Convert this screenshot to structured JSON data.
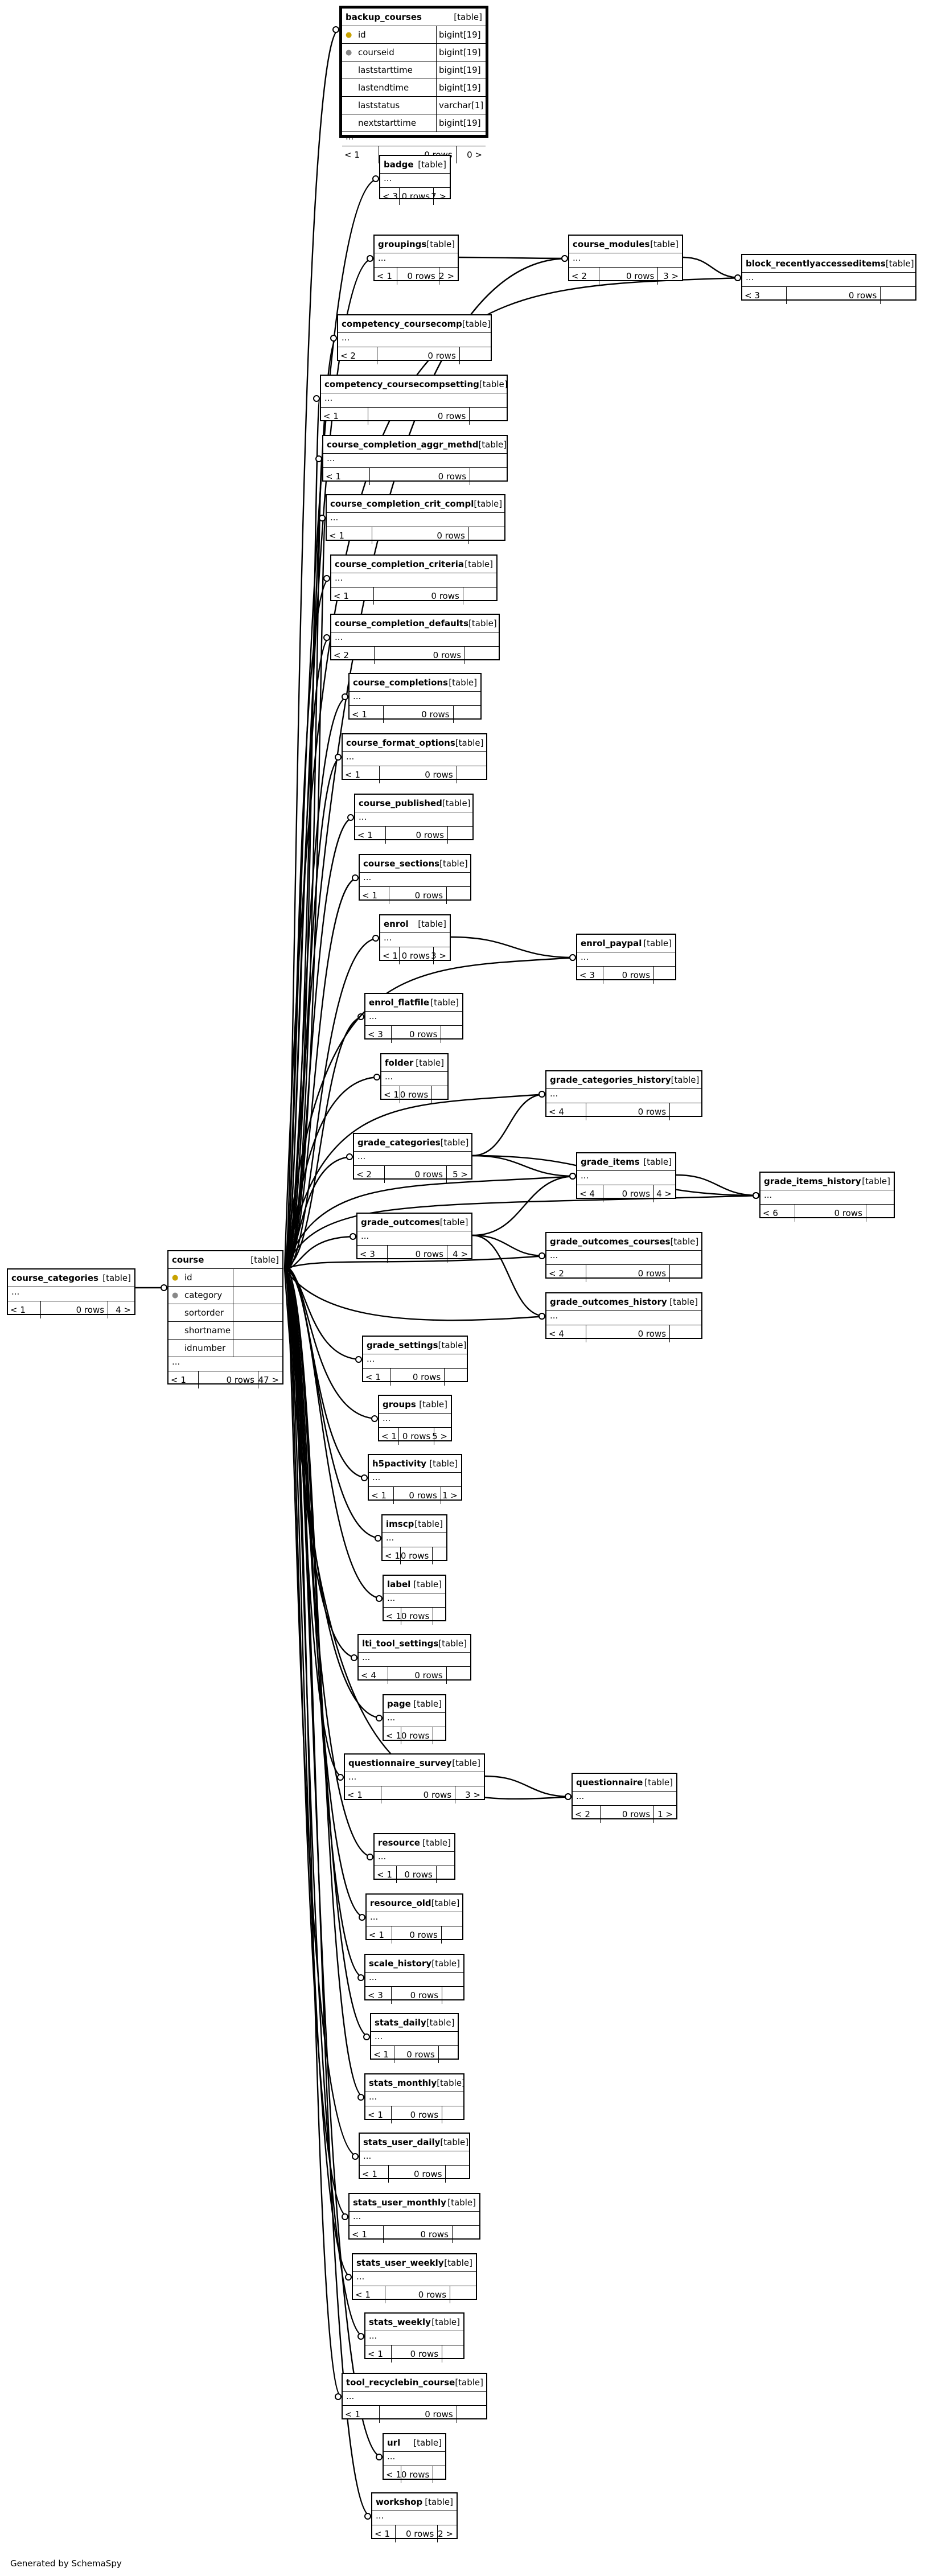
{
  "diagram": {
    "type_label": "[table]",
    "ellipsis": "...",
    "tables": [
      {
        "id": "backup_courses",
        "name": "backup_courses",
        "focus": true,
        "columns": [
          {
            "name": "id",
            "type": "bigint[19]",
            "key": "pk"
          },
          {
            "name": "courseid",
            "type": "bigint[19]",
            "key": "fk"
          },
          {
            "name": "laststarttime",
            "type": "bigint[19]",
            "key": ""
          },
          {
            "name": "lastendtime",
            "type": "bigint[19]",
            "key": ""
          },
          {
            "name": "laststatus",
            "type": "varchar[1]",
            "key": ""
          },
          {
            "name": "nextstarttime",
            "type": "bigint[19]",
            "key": ""
          }
        ],
        "parents": "< 1",
        "rows": "0 rows",
        "children": "0 >"
      },
      {
        "id": "badge",
        "name": "badge",
        "parents": "< 3",
        "rows": "0 rows",
        "children": "7 >"
      },
      {
        "id": "groupings",
        "name": "groupings",
        "parents": "< 1",
        "rows": "0 rows",
        "children": "2 >"
      },
      {
        "id": "course_modules",
        "name": "course_modules",
        "parents": "< 2",
        "rows": "0 rows",
        "children": "3 >"
      },
      {
        "id": "block_recentlyaccesseditems",
        "name": "block_recentlyaccesseditems",
        "parents": "< 3",
        "rows": "0 rows",
        "children": ""
      },
      {
        "id": "competency_coursecomp",
        "name": "competency_coursecomp",
        "parents": "< 2",
        "rows": "0 rows",
        "children": ""
      },
      {
        "id": "competency_coursecompsetting",
        "name": "competency_coursecompsetting",
        "parents": "< 1",
        "rows": "0 rows",
        "children": ""
      },
      {
        "id": "course_completion_aggr_methd",
        "name": "course_completion_aggr_methd",
        "parents": "< 1",
        "rows": "0 rows",
        "children": ""
      },
      {
        "id": "course_completion_crit_compl",
        "name": "course_completion_crit_compl",
        "parents": "< 1",
        "rows": "0 rows",
        "children": ""
      },
      {
        "id": "course_completion_criteria",
        "name": "course_completion_criteria",
        "parents": "< 1",
        "rows": "0 rows",
        "children": ""
      },
      {
        "id": "course_completion_defaults",
        "name": "course_completion_defaults",
        "parents": "< 2",
        "rows": "0 rows",
        "children": ""
      },
      {
        "id": "course_completions",
        "name": "course_completions",
        "parents": "< 1",
        "rows": "0 rows",
        "children": ""
      },
      {
        "id": "course_format_options",
        "name": "course_format_options",
        "parents": "< 1",
        "rows": "0 rows",
        "children": ""
      },
      {
        "id": "course_published",
        "name": "course_published",
        "parents": "< 1",
        "rows": "0 rows",
        "children": ""
      },
      {
        "id": "course_sections",
        "name": "course_sections",
        "parents": "< 1",
        "rows": "0 rows",
        "children": ""
      },
      {
        "id": "enrol",
        "name": "enrol",
        "parents": "< 1",
        "rows": "0 rows",
        "children": "3 >"
      },
      {
        "id": "enrol_paypal",
        "name": "enrol_paypal",
        "parents": "< 3",
        "rows": "0 rows",
        "children": ""
      },
      {
        "id": "enrol_flatfile",
        "name": "enrol_flatfile",
        "parents": "< 3",
        "rows": "0 rows",
        "children": ""
      },
      {
        "id": "folder",
        "name": "folder",
        "parents": "< 1",
        "rows": "0 rows",
        "children": ""
      },
      {
        "id": "grade_categories_history",
        "name": "grade_categories_history",
        "parents": "< 4",
        "rows": "0 rows",
        "children": ""
      },
      {
        "id": "grade_categories",
        "name": "grade_categories",
        "parents": "< 2",
        "rows": "0 rows",
        "children": "5 >"
      },
      {
        "id": "grade_items",
        "name": "grade_items",
        "parents": "< 4",
        "rows": "0 rows",
        "children": "4 >"
      },
      {
        "id": "grade_items_history",
        "name": "grade_items_history",
        "parents": "< 6",
        "rows": "0 rows",
        "children": ""
      },
      {
        "id": "grade_outcomes",
        "name": "grade_outcomes",
        "parents": "< 3",
        "rows": "0 rows",
        "children": "4 >"
      },
      {
        "id": "grade_outcomes_courses",
        "name": "grade_outcomes_courses",
        "parents": "< 2",
        "rows": "0 rows",
        "children": ""
      },
      {
        "id": "grade_outcomes_history",
        "name": "grade_outcomes_history",
        "parents": "< 4",
        "rows": "0 rows",
        "children": ""
      },
      {
        "id": "course_categories",
        "name": "course_categories",
        "parents": "< 1",
        "rows": "0 rows",
        "children": "4 >"
      },
      {
        "id": "course",
        "name": "course",
        "columns": [
          {
            "name": "id",
            "type": "",
            "key": "pk"
          },
          {
            "name": "category",
            "type": "",
            "key": "fk"
          },
          {
            "name": "sortorder",
            "type": "",
            "key": ""
          },
          {
            "name": "shortname",
            "type": "",
            "key": ""
          },
          {
            "name": "idnumber",
            "type": "",
            "key": ""
          }
        ],
        "parents": "< 1",
        "rows": "0 rows",
        "children": "47 >"
      },
      {
        "id": "grade_settings",
        "name": "grade_settings",
        "parents": "< 1",
        "rows": "0 rows",
        "children": ""
      },
      {
        "id": "groups",
        "name": "groups",
        "parents": "< 1",
        "rows": "0 rows",
        "children": "5 >"
      },
      {
        "id": "h5pactivity",
        "name": "h5pactivity",
        "parents": "< 1",
        "rows": "0 rows",
        "children": "1 >"
      },
      {
        "id": "imscp",
        "name": "imscp",
        "parents": "< 1",
        "rows": "0 rows",
        "children": ""
      },
      {
        "id": "label",
        "name": "label",
        "parents": "< 1",
        "rows": "0 rows",
        "children": ""
      },
      {
        "id": "lti_tool_settings",
        "name": "lti_tool_settings",
        "parents": "< 4",
        "rows": "0 rows",
        "children": ""
      },
      {
        "id": "page",
        "name": "page",
        "parents": "< 1",
        "rows": "0 rows",
        "children": ""
      },
      {
        "id": "questionnaire_survey",
        "name": "questionnaire_survey",
        "parents": "< 1",
        "rows": "0 rows",
        "children": "3 >"
      },
      {
        "id": "questionnaire",
        "name": "questionnaire",
        "parents": "< 2",
        "rows": "0 rows",
        "children": "1 >"
      },
      {
        "id": "resource",
        "name": "resource",
        "parents": "< 1",
        "rows": "0 rows",
        "children": ""
      },
      {
        "id": "resource_old",
        "name": "resource_old",
        "parents": "< 1",
        "rows": "0 rows",
        "children": ""
      },
      {
        "id": "scale_history",
        "name": "scale_history",
        "parents": "< 3",
        "rows": "0 rows",
        "children": ""
      },
      {
        "id": "stats_daily",
        "name": "stats_daily",
        "parents": "< 1",
        "rows": "0 rows",
        "children": ""
      },
      {
        "id": "stats_monthly",
        "name": "stats_monthly",
        "parents": "< 1",
        "rows": "0 rows",
        "children": ""
      },
      {
        "id": "stats_user_daily",
        "name": "stats_user_daily",
        "parents": "< 1",
        "rows": "0 rows",
        "children": ""
      },
      {
        "id": "stats_user_monthly",
        "name": "stats_user_monthly",
        "parents": "< 1",
        "rows": "0 rows",
        "children": ""
      },
      {
        "id": "stats_user_weekly",
        "name": "stats_user_weekly",
        "parents": "< 1",
        "rows": "0 rows",
        "children": ""
      },
      {
        "id": "stats_weekly",
        "name": "stats_weekly",
        "parents": "< 1",
        "rows": "0 rows",
        "children": ""
      },
      {
        "id": "tool_recyclebin_course",
        "name": "tool_recyclebin_course",
        "parents": "< 1",
        "rows": "0 rows",
        "children": ""
      },
      {
        "id": "url",
        "name": "url",
        "parents": "< 1",
        "rows": "0 rows",
        "children": ""
      },
      {
        "id": "workshop",
        "name": "workshop",
        "parents": "< 1",
        "rows": "0 rows",
        "children": "2 >"
      }
    ]
  },
  "footer": {
    "text": "Generated by SchemaSpy"
  }
}
